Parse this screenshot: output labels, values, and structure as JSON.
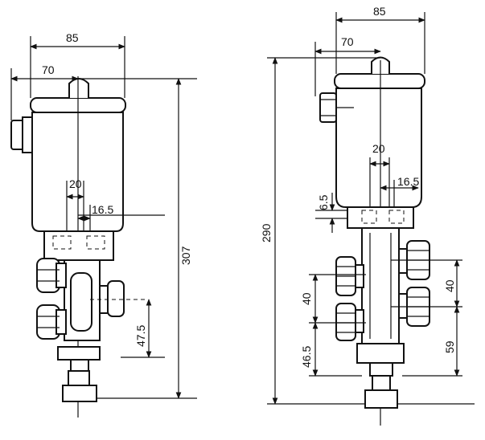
{
  "left_view": {
    "dims": {
      "overall_width": "85",
      "box_width": "70",
      "port_spacing": "20",
      "port_offset": "16.5",
      "total_height": "307",
      "lower_port_height": "47.5"
    }
  },
  "right_view": {
    "dims": {
      "overall_width": "85",
      "box_width": "70",
      "port_spacing": "20",
      "port_offset": "16.5",
      "flange_gap": "6.5",
      "total_height": "290",
      "left_port_spacing": "40",
      "bottom_offset": "46.5",
      "right_port_spacing": "40",
      "right_lower_height": "59"
    }
  }
}
